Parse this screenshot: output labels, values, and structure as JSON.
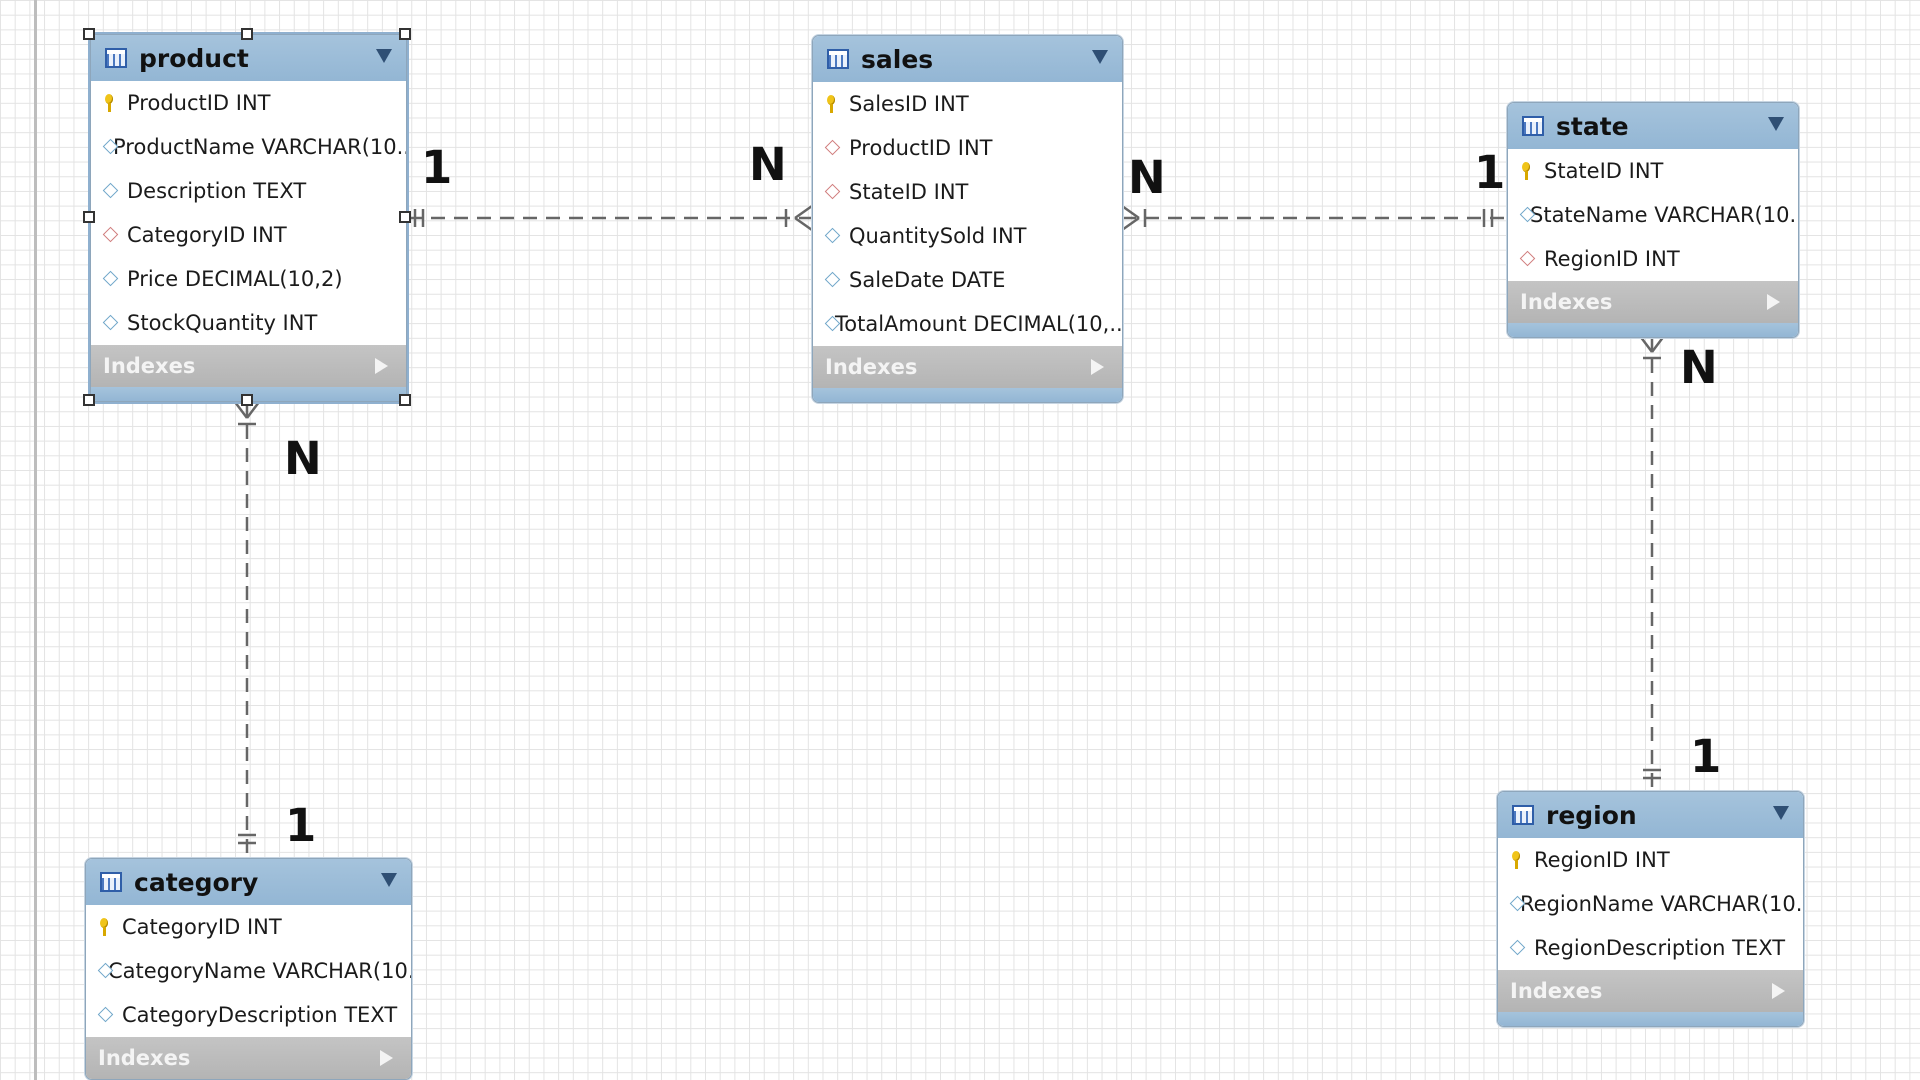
{
  "tables": [
    {
      "id": "product",
      "name": "product",
      "selected": true,
      "columns": [
        {
          "icon": "pk",
          "label": "ProductID INT"
        },
        {
          "icon": "col",
          "label": "ProductName VARCHAR(10..."
        },
        {
          "icon": "col",
          "label": "Description TEXT"
        },
        {
          "icon": "fk",
          "label": "CategoryID INT"
        },
        {
          "icon": "col",
          "label": "Price DECIMAL(10,2)"
        },
        {
          "icon": "col",
          "label": "StockQuantity INT"
        }
      ],
      "indexes_label": "Indexes"
    },
    {
      "id": "sales",
      "name": "sales",
      "selected": false,
      "columns": [
        {
          "icon": "pk",
          "label": "SalesID INT"
        },
        {
          "icon": "fk",
          "label": "ProductID INT"
        },
        {
          "icon": "fk",
          "label": "StateID INT"
        },
        {
          "icon": "col",
          "label": "QuantitySold INT"
        },
        {
          "icon": "col",
          "label": "SaleDate DATE"
        },
        {
          "icon": "col",
          "label": "TotalAmount DECIMAL(10,..."
        }
      ],
      "indexes_label": "Indexes"
    },
    {
      "id": "state",
      "name": "state",
      "selected": false,
      "columns": [
        {
          "icon": "pk",
          "label": "StateID INT"
        },
        {
          "icon": "col",
          "label": "StateName VARCHAR(10..."
        },
        {
          "icon": "fk",
          "label": "RegionID INT"
        }
      ],
      "indexes_label": "Indexes"
    },
    {
      "id": "category",
      "name": "category",
      "selected": false,
      "columns": [
        {
          "icon": "pk",
          "label": "CategoryID INT"
        },
        {
          "icon": "col",
          "label": "CategoryName VARCHAR(10..."
        },
        {
          "icon": "col",
          "label": "CategoryDescription TEXT"
        }
      ],
      "indexes_label": "Indexes"
    },
    {
      "id": "region",
      "name": "region",
      "selected": false,
      "columns": [
        {
          "icon": "pk",
          "label": "RegionID INT"
        },
        {
          "icon": "col",
          "label": "RegionName VARCHAR(10..."
        },
        {
          "icon": "col",
          "label": "RegionDescription TEXT"
        }
      ],
      "indexes_label": "Indexes"
    }
  ],
  "relationships": [
    {
      "name": "product-sales",
      "from": "product",
      "to": "sales",
      "from_card": "1",
      "to_card": "N"
    },
    {
      "name": "sales-state",
      "from": "sales",
      "to": "state",
      "from_card": "N",
      "to_card": "1"
    },
    {
      "name": "product-category",
      "from": "product",
      "to": "category",
      "from_card": "N",
      "to_card": "1"
    },
    {
      "name": "state-region",
      "from": "state",
      "to": "region",
      "from_card": "N",
      "to_card": "1"
    }
  ],
  "colors": {
    "header": "#9bbcd8",
    "indexes_bar": "#bdbdbd",
    "pk_icon": "#f0c419",
    "column_icon": "#6fa6c9",
    "fk_icon": "#d07d7d",
    "relationship_line": "#666666",
    "grid": "#e3e3e3"
  }
}
